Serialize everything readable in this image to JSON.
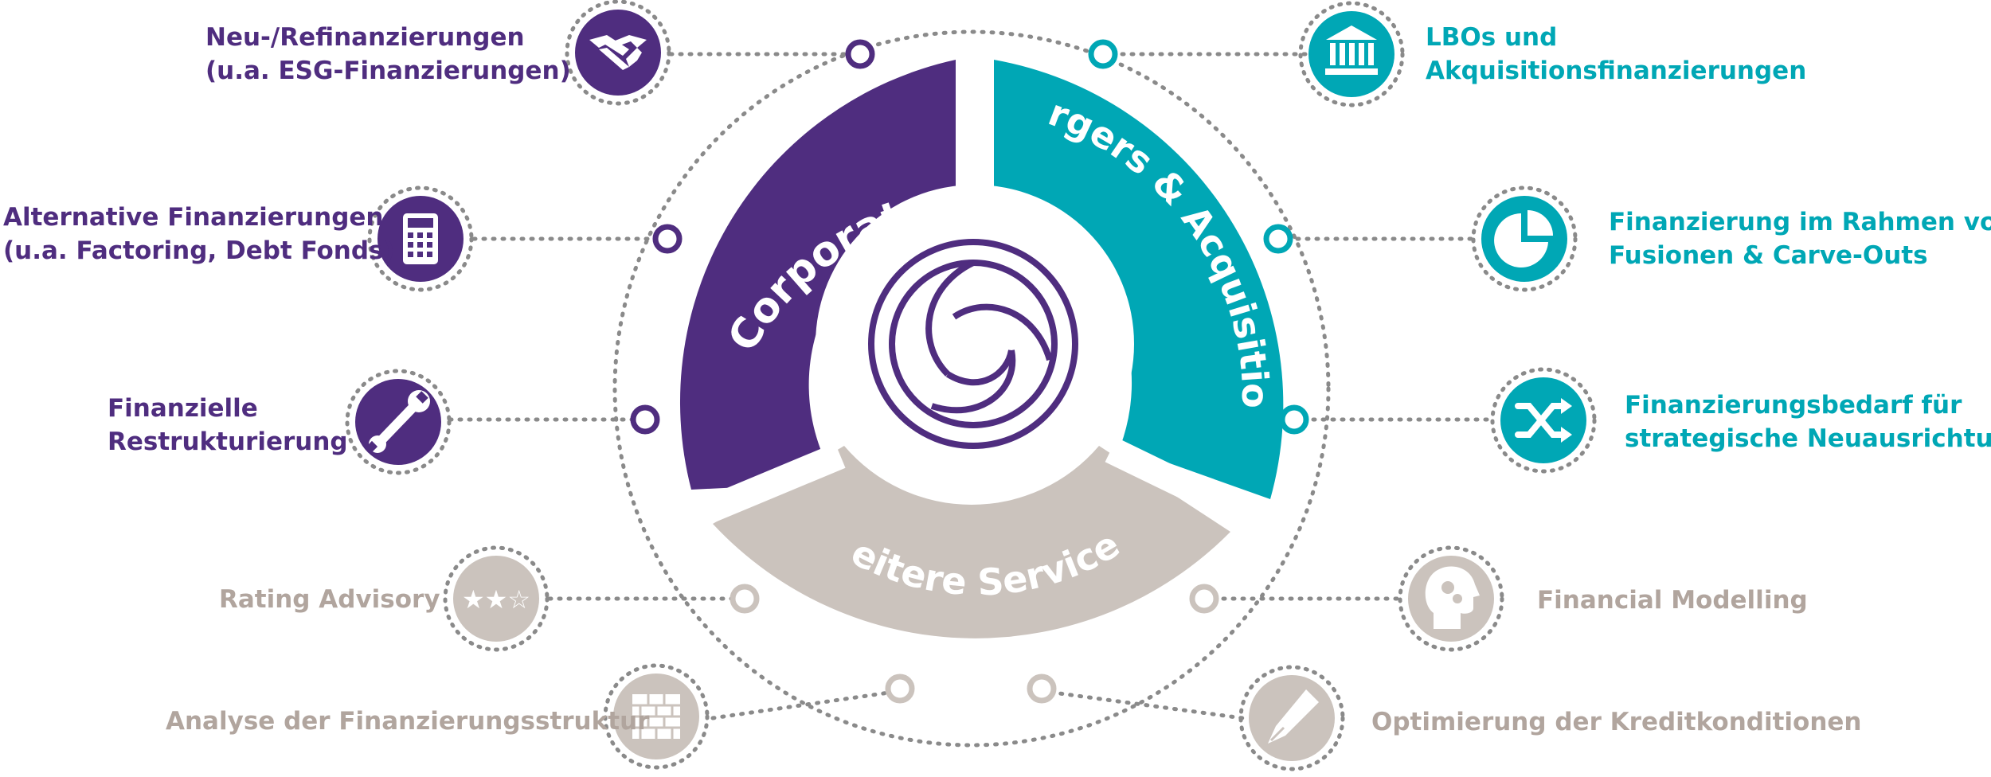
{
  "colors": {
    "purple": "#4f2d7f",
    "teal": "#00a7b5",
    "grey": "#cbc3bd",
    "grey_text": "#b1a59e",
    "dots": "#8a8a8a"
  },
  "segments": {
    "corporates": "Corporates",
    "ma": "Mergers & Acquisitions",
    "weitere": "Weitere Services"
  },
  "services": [
    {
      "id": "refinanz",
      "group": "purple",
      "icon": "handshake-icon",
      "lines": [
        "Neu-/Refinanzierungen",
        "(u.a. ESG-Finanzierungen)"
      ]
    },
    {
      "id": "alternative",
      "group": "purple",
      "icon": "calculator-icon",
      "lines": [
        "Alternative Finanzierungen",
        "(u.a. Factoring, Debt Fonds)"
      ]
    },
    {
      "id": "restrukt",
      "group": "purple",
      "icon": "wrench-icon",
      "lines": [
        "Finanzielle",
        "Restrukturierung"
      ]
    },
    {
      "id": "rating",
      "group": "grey",
      "icon": "stars-icon",
      "lines": [
        "Rating Advisory"
      ]
    },
    {
      "id": "analyse",
      "group": "grey",
      "icon": "brick-wall-icon",
      "lines": [
        "Analyse der Finanzierungsstruktur"
      ]
    },
    {
      "id": "lbo",
      "group": "teal",
      "icon": "bank-icon",
      "lines": [
        "LBOs und",
        "Akquisitionsfinanzierungen"
      ]
    },
    {
      "id": "fusion",
      "group": "teal",
      "icon": "pie-chart-icon",
      "lines": [
        "Finanzierung im Rahmen von",
        "Fusionen & Carve-Outs"
      ]
    },
    {
      "id": "strategie",
      "group": "teal",
      "icon": "shuffle-icon",
      "lines": [
        "Finanzierungsbedarf für",
        "strategische Neuausrichtung"
      ]
    },
    {
      "id": "modelling",
      "group": "grey",
      "icon": "head-gears-icon",
      "lines": [
        "Financial Modelling"
      ]
    },
    {
      "id": "kredit",
      "group": "grey",
      "icon": "fountain-pen-icon",
      "lines": [
        "Optimierung der Kreditkonditionen"
      ]
    }
  ]
}
